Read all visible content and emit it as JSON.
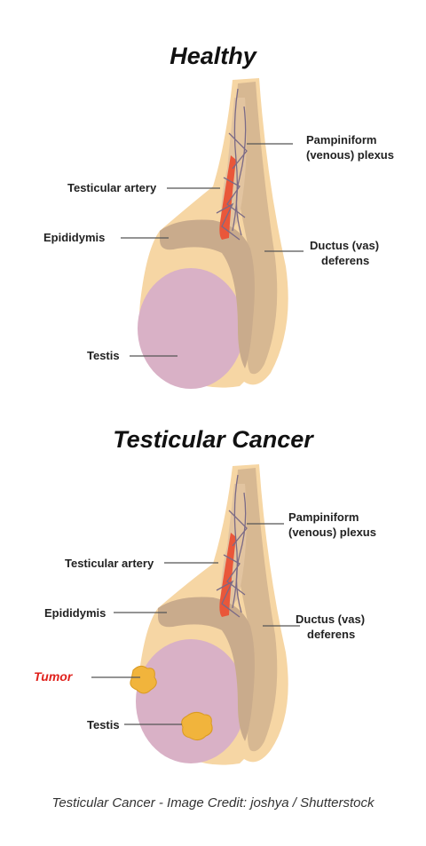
{
  "healthy": {
    "title": "Healthy",
    "labels": {
      "pampiniform": [
        "Pampiniform",
        "(venous) plexus"
      ],
      "testicular_artery": "Testicular artery",
      "epididymis": "Epididymis",
      "ductus": [
        "Ductus (vas)",
        "deferens"
      ],
      "testis": "Testis"
    }
  },
  "cancer": {
    "title": "Testicular Cancer",
    "labels": {
      "pampiniform": [
        "Pampiniform",
        "(venous) plexus"
      ],
      "testicular_artery": "Testicular artery",
      "epididymis": "Epididymis",
      "ductus": [
        "Ductus (vas)",
        "deferens"
      ],
      "tumor": "Tumor",
      "testis": "Testis"
    }
  },
  "caption": "Testicular Cancer - Image Credit: joshya / Shutterstock",
  "colors": {
    "tunica": "#f6d6a4",
    "cord": "#d7b892",
    "testis": "#d9b1c6",
    "artery": "#e9573a",
    "veins": "#7a6a86",
    "tumor": "#f1b43c",
    "tumor_label": "#e0201b"
  }
}
